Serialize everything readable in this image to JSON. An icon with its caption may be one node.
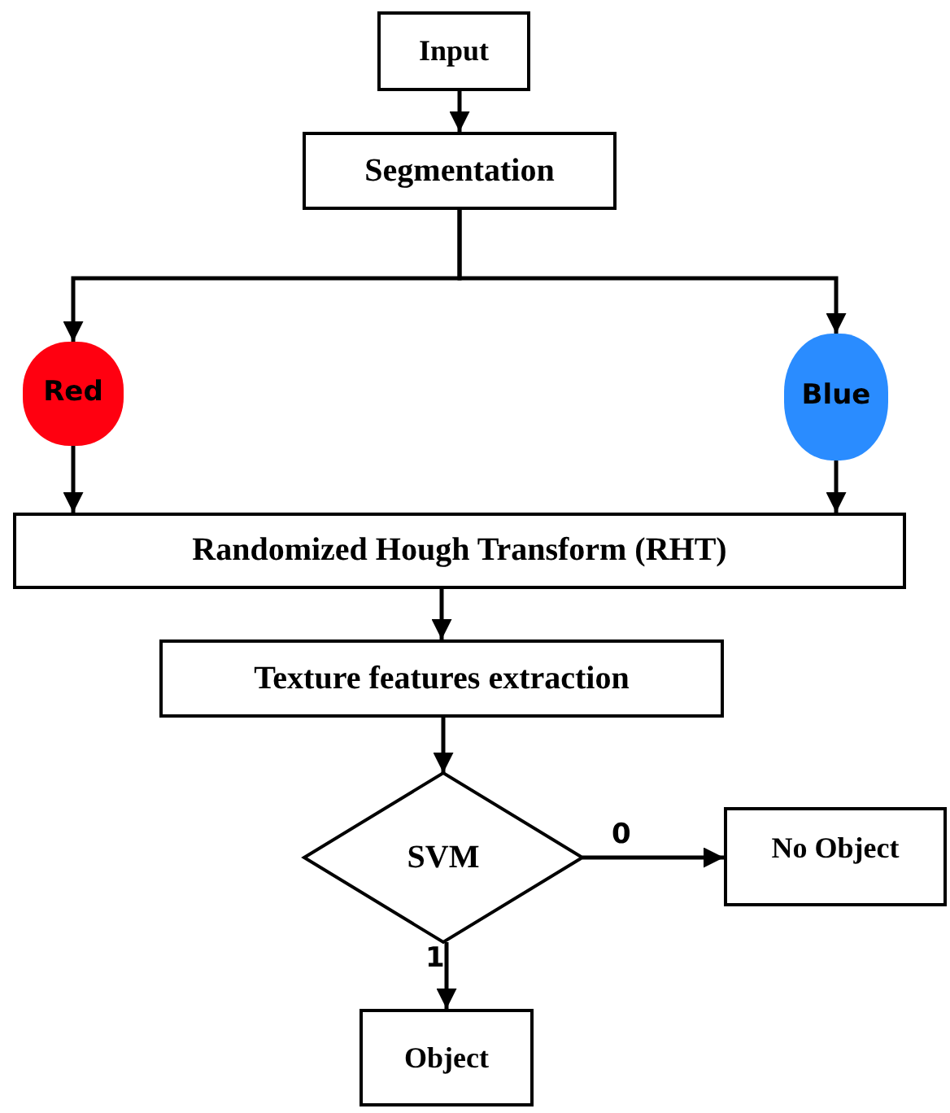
{
  "diagram": {
    "nodes": [
      {
        "text": [
          "Input"
        ]
      },
      {
        "text": [
          "Segmentation"
        ]
      },
      {
        "text": [
          "Red"
        ]
      },
      {
        "text": [
          "Blue"
        ]
      },
      {
        "text": [
          "Randomized Hough Transform (RHT)"
        ]
      },
      {
        "text": [
          "Texture features extraction"
        ]
      },
      {
        "text": [
          "SVM"
        ]
      },
      {
        "text": [
          "No Object"
        ]
      },
      {
        "text": [
          "Object"
        ]
      }
    ],
    "edges": [
      {
        "from": 0,
        "to": 1,
        "arrow": "to"
      },
      {
        "from": 1,
        "to": 2,
        "arrow": "to"
      },
      {
        "from": 1,
        "to": 3,
        "arrow": "to"
      },
      {
        "from": 2,
        "to": 4,
        "arrow": "to"
      },
      {
        "from": 3,
        "to": 4,
        "arrow": "to"
      },
      {
        "from": 4,
        "to": 5,
        "arrow": "to"
      },
      {
        "from": 5,
        "to": 6,
        "arrow": "to"
      },
      {
        "from": 6,
        "to": 7,
        "arrow": "to",
        "label": "0"
      },
      {
        "from": 6,
        "to": 8,
        "arrow": "to",
        "label": "1"
      }
    ]
  }
}
